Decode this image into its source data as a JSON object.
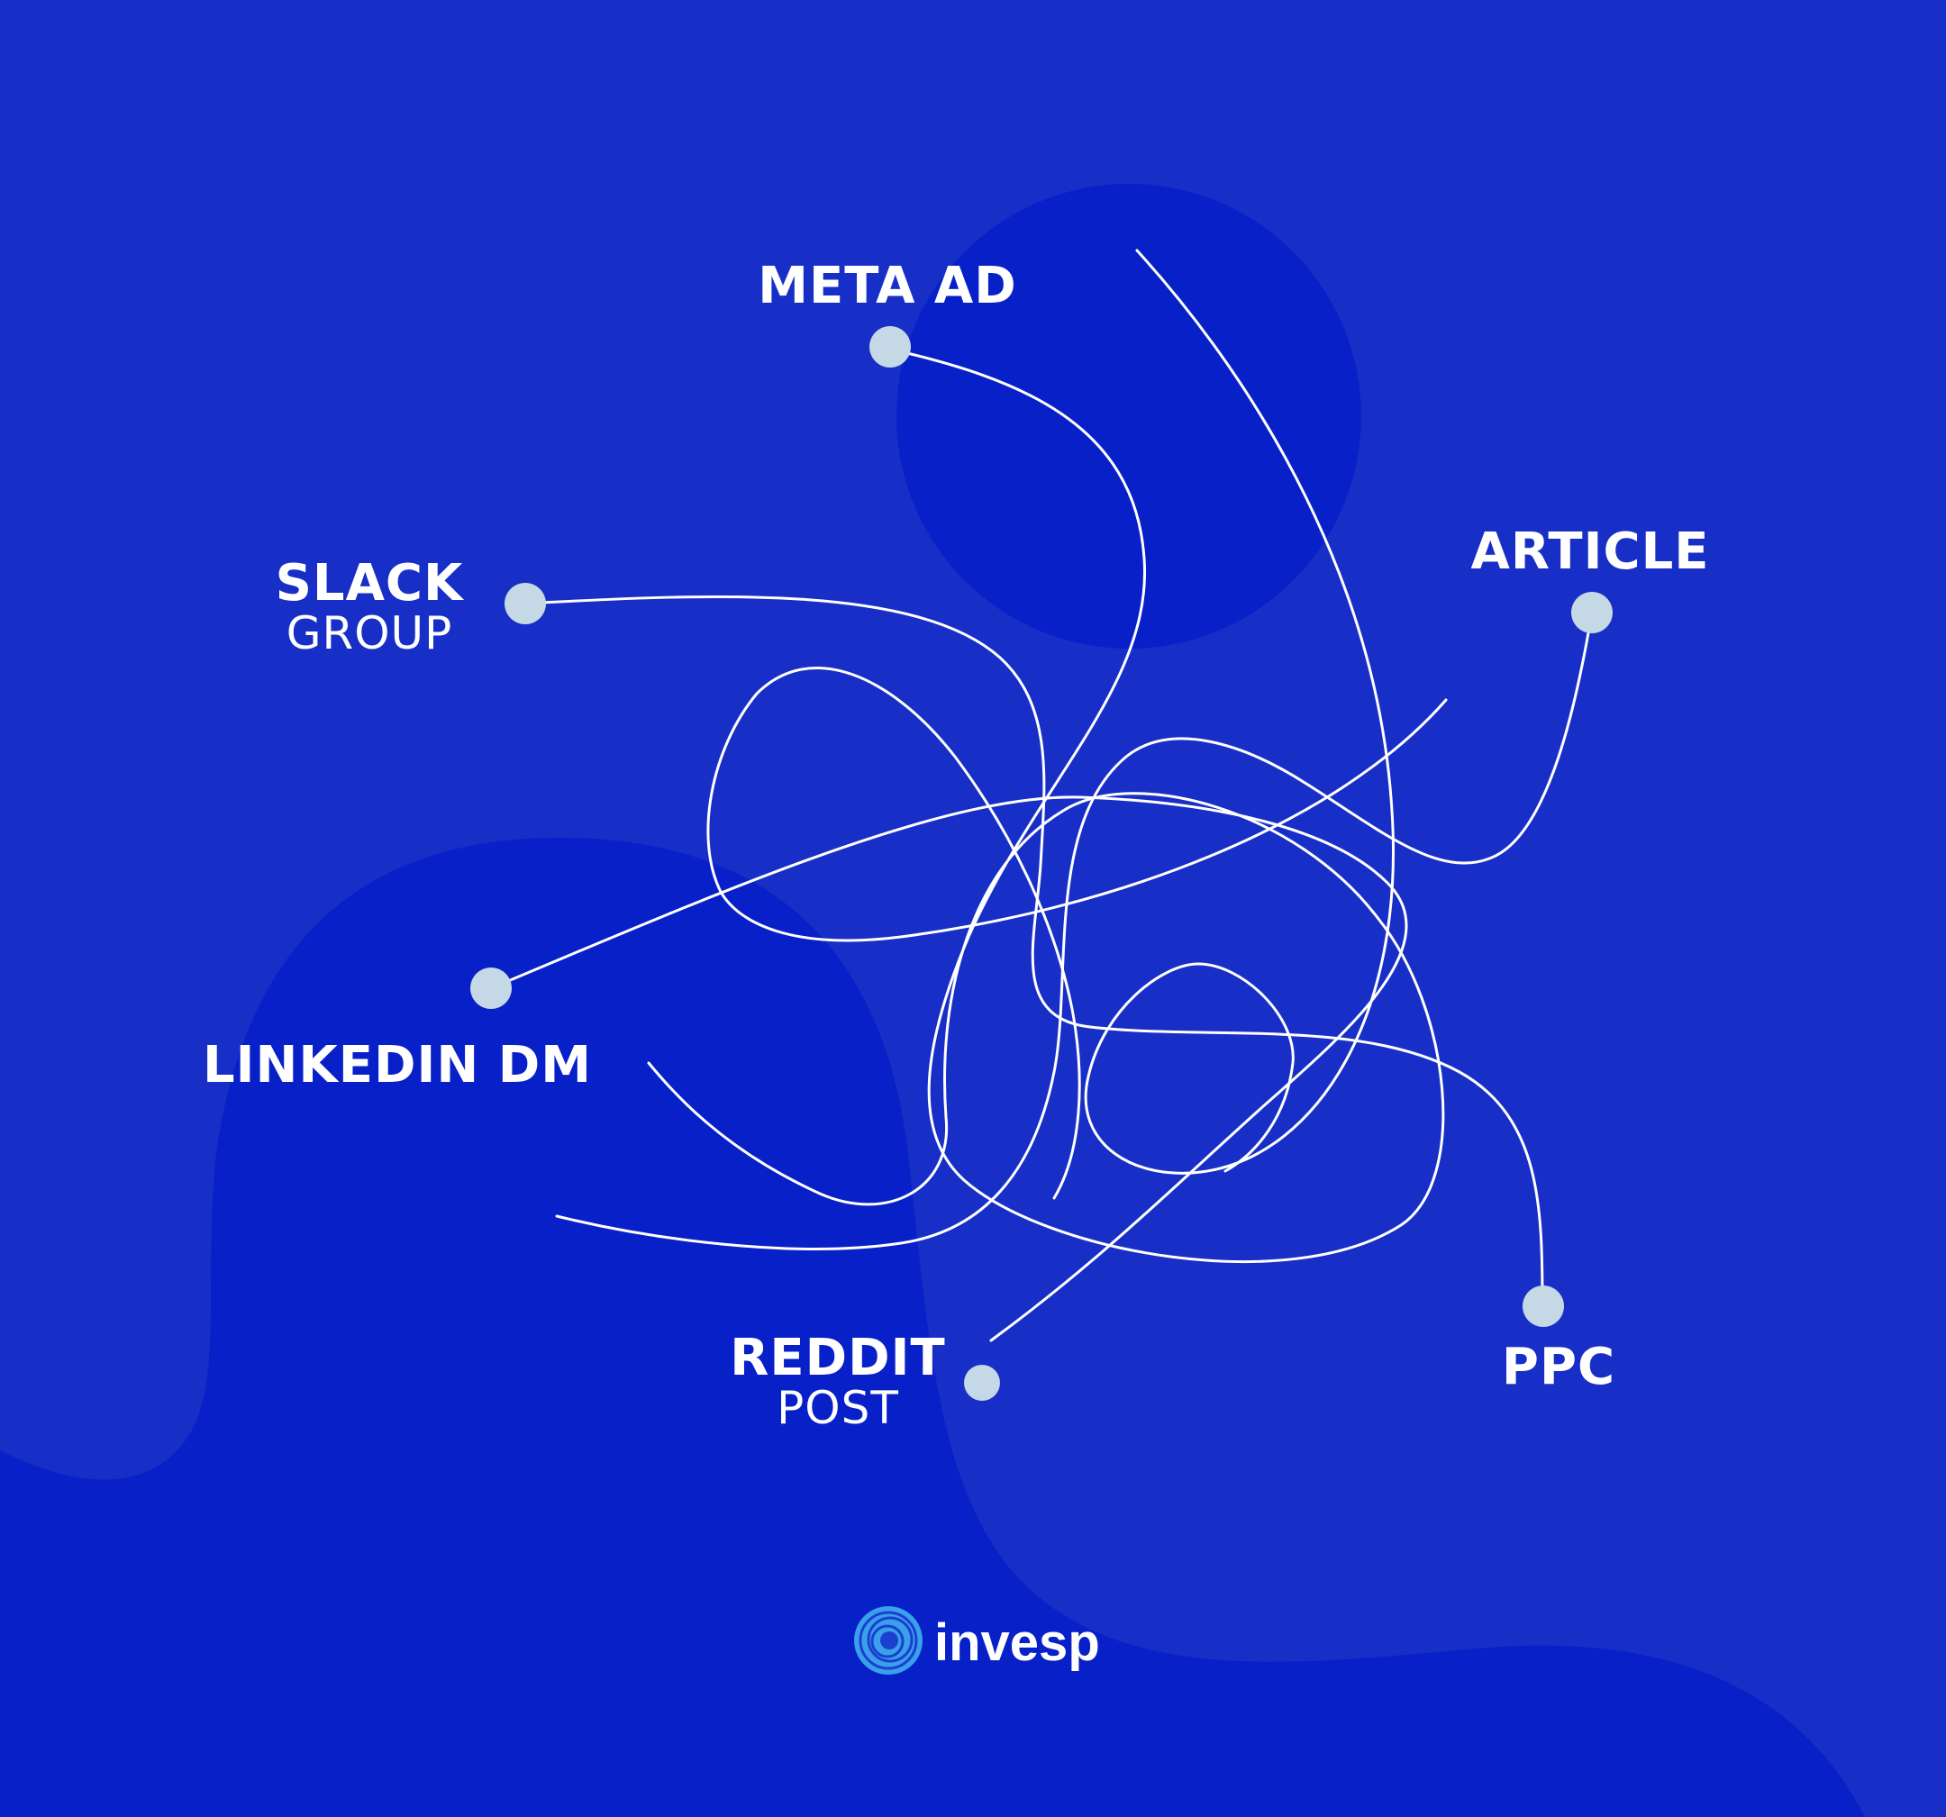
{
  "colors": {
    "background": "#172fc6",
    "blob": "#0820c7",
    "line": "#ffffff",
    "node": "#c5d8e6",
    "brand_icon": "#3aa0ea"
  },
  "nodes": [
    {
      "id": "meta-ad",
      "title": "META AD",
      "subtitle": ""
    },
    {
      "id": "slack-group",
      "title": "SLACK",
      "subtitle": "GROUP"
    },
    {
      "id": "article",
      "title": "ARTICLE",
      "subtitle": ""
    },
    {
      "id": "linkedin-dm",
      "title": "LINKEDIN DM",
      "subtitle": ""
    },
    {
      "id": "reddit-post",
      "title": "REDDIT",
      "subtitle": "POST"
    },
    {
      "id": "ppc",
      "title": "PPC",
      "subtitle": ""
    }
  ],
  "brand": {
    "name": "invesp",
    "icon": "concentric-circles-icon"
  }
}
